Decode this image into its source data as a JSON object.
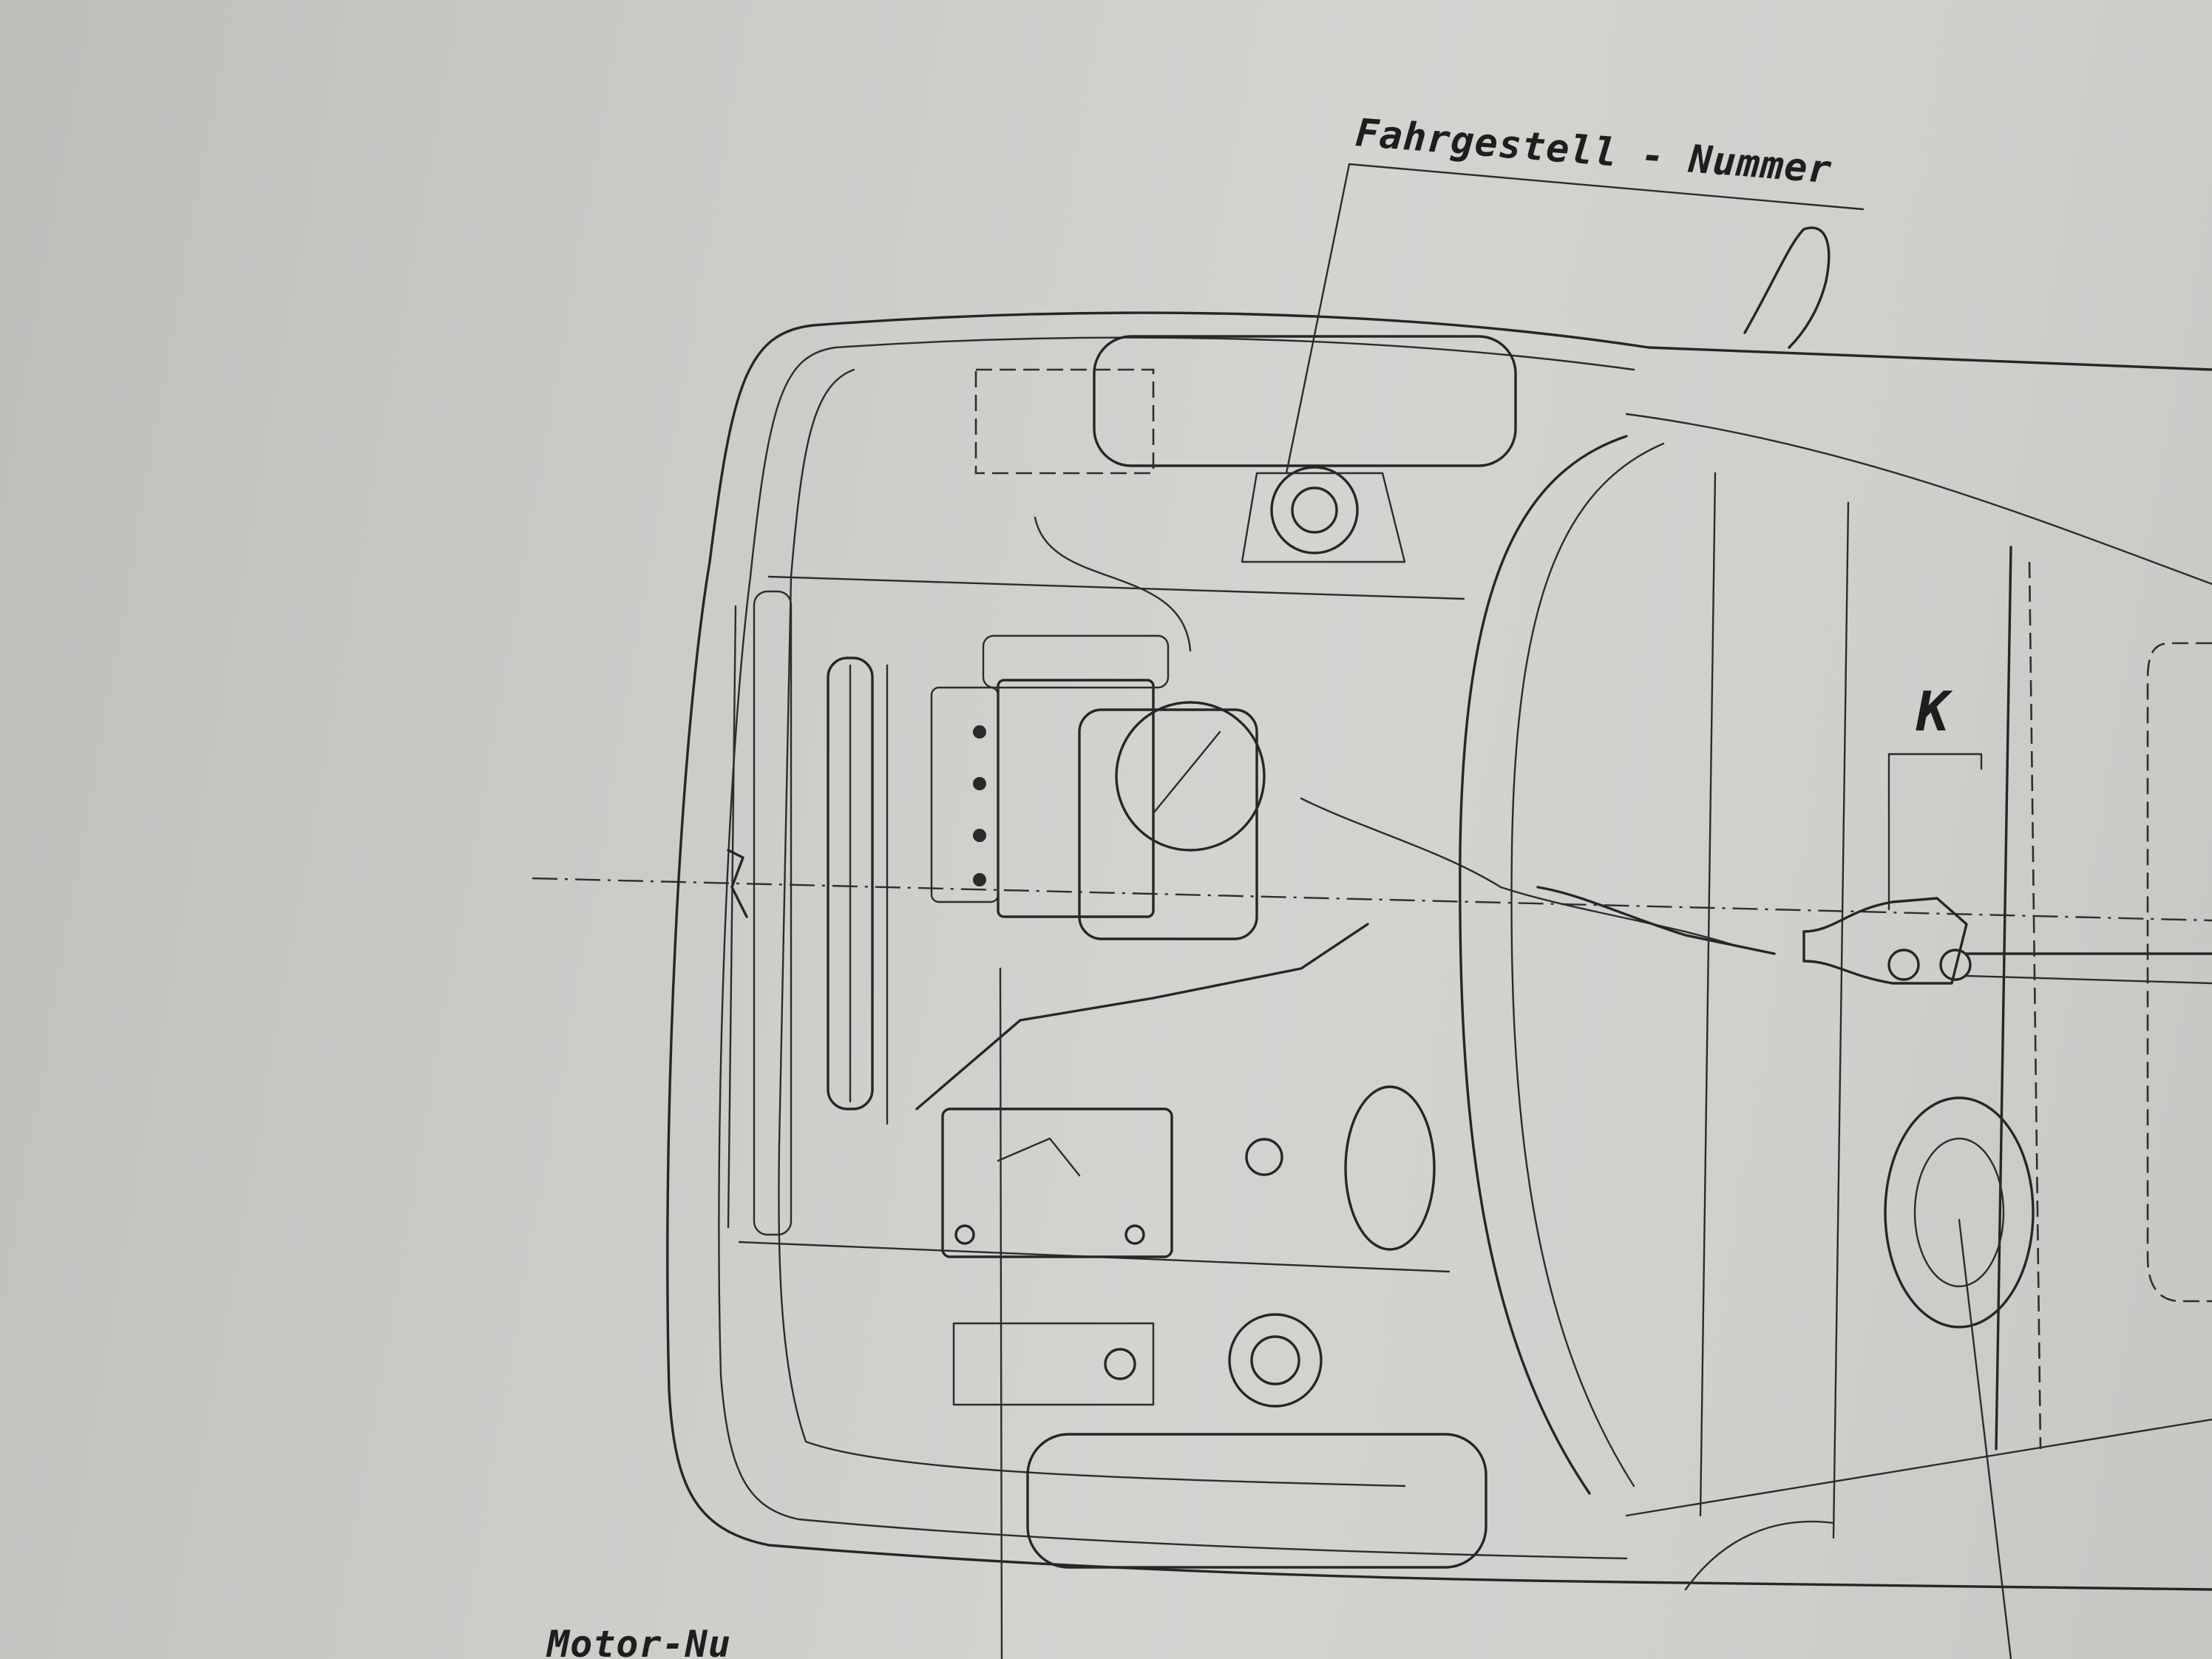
{
  "labels": {
    "chassis_number": "Fahrgestell - Nummer",
    "k_marker": "K",
    "engine_number_partial": "Motor-Nu"
  },
  "colors": {
    "paper": "#cfcfcc",
    "ink": "#262626"
  }
}
